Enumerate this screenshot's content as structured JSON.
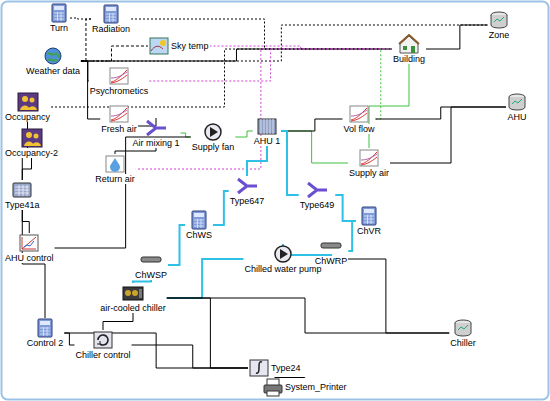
{
  "diagram": {
    "nodes": [
      {
        "text": [
          "Turn"
        ]
      },
      {
        "text": [
          "Radiation"
        ]
      },
      {
        "text": [
          "Weather data"
        ]
      },
      {
        "text": [
          "Sky temp"
        ]
      },
      {
        "text": [
          "Building"
        ]
      },
      {
        "text": [
          "Zone"
        ]
      },
      {
        "text": [
          "Psychrometics"
        ]
      },
      {
        "text": [
          "Occupancy"
        ]
      },
      {
        "text": [
          "Occupancy-2"
        ]
      },
      {
        "text": [
          "Fresh air"
        ]
      },
      {
        "text": [
          "Vol flow"
        ]
      },
      {
        "text": [
          "AHU"
        ]
      },
      {
        "text": [
          "Air mixing 1"
        ]
      },
      {
        "text": [
          "Supply fan"
        ]
      },
      {
        "text": [
          "AHU 1"
        ]
      },
      {
        "text": [
          "Supply air"
        ]
      },
      {
        "text": [
          "Return air"
        ]
      },
      {
        "text": [
          "Type41a"
        ]
      },
      {
        "text": [
          "Type647"
        ]
      },
      {
        "text": [
          "Type649"
        ]
      },
      {
        "text": [
          "AHU control"
        ]
      },
      {
        "text": [
          "ChWS"
        ]
      },
      {
        "text": [
          "ChVR"
        ]
      },
      {
        "text": [
          "ChWSP"
        ]
      },
      {
        "text": [
          "ChWRP"
        ]
      },
      {
        "text": [
          "Chilled water pump"
        ]
      },
      {
        "text": [
          "air-cooled chiller"
        ]
      },
      {
        "text": [
          "Control 2"
        ]
      },
      {
        "text": [
          "Chiller control"
        ]
      },
      {
        "text": [
          "Chiller"
        ]
      },
      {
        "text": [
          "Type24"
        ]
      },
      {
        "text": [
          "System_Printer"
        ]
      }
    ],
    "edges": [
      {
        "from": 0,
        "to": 1,
        "arrow": "none"
      },
      {
        "from": 2,
        "to": 1,
        "arrow": "none"
      },
      {
        "from": 1,
        "to": 4,
        "arrow": "none"
      },
      {
        "from": 2,
        "to": 3,
        "arrow": "none"
      },
      {
        "from": 3,
        "to": 4,
        "arrow": "none"
      },
      {
        "from": 2,
        "to": 6,
        "arrow": "none"
      },
      {
        "from": 2,
        "to": 9,
        "arrow": "none"
      },
      {
        "from": 2,
        "to": 4,
        "arrow": "none"
      },
      {
        "from": 4,
        "to": 5,
        "arrow": "none"
      },
      {
        "from": 2,
        "to": 5,
        "arrow": "none"
      },
      {
        "from": 6,
        "to": 4,
        "arrow": "none"
      },
      {
        "from": 7,
        "to": 4,
        "arrow": "none"
      },
      {
        "from": 7,
        "to": 17,
        "arrow": "none"
      },
      {
        "from": 8,
        "to": 17,
        "arrow": "none"
      },
      {
        "from": 9,
        "to": 12,
        "arrow": "none"
      },
      {
        "from": 16,
        "to": 12,
        "arrow": "none"
      },
      {
        "from": 12,
        "to": 13,
        "arrow": "none"
      },
      {
        "from": 13,
        "to": 14,
        "arrow": "none"
      },
      {
        "from": 14,
        "to": 15,
        "arrow": "none"
      },
      {
        "from": 15,
        "to": 4,
        "arrow": "none"
      },
      {
        "from": 14,
        "to": 10,
        "arrow": "none"
      },
      {
        "from": 10,
        "to": 4,
        "arrow": "none"
      },
      {
        "from": 10,
        "to": 11,
        "arrow": "none"
      },
      {
        "from": 15,
        "to": 11,
        "arrow": "none"
      },
      {
        "from": 4,
        "to": 16,
        "arrow": "none"
      },
      {
        "from": 17,
        "to": 20,
        "arrow": "none"
      },
      {
        "from": 20,
        "to": 13,
        "arrow": "none"
      },
      {
        "from": 14,
        "to": 19,
        "arrow": "none"
      },
      {
        "from": 18,
        "to": 14,
        "arrow": "none"
      },
      {
        "from": 21,
        "to": 18,
        "arrow": "none"
      },
      {
        "from": 19,
        "to": 22,
        "arrow": "none"
      },
      {
        "from": 22,
        "to": 24,
        "arrow": "none"
      },
      {
        "from": 24,
        "to": 25,
        "arrow": "none"
      },
      {
        "from": 25,
        "to": 26,
        "arrow": "none"
      },
      {
        "from": 26,
        "to": 23,
        "arrow": "none"
      },
      {
        "from": 23,
        "to": 21,
        "arrow": "none"
      },
      {
        "from": 17,
        "to": 27,
        "arrow": "none"
      },
      {
        "from": 27,
        "to": 28,
        "arrow": "none"
      },
      {
        "from": 28,
        "to": 26,
        "arrow": "none"
      },
      {
        "from": 26,
        "to": 29,
        "arrow": "none"
      },
      {
        "from": 25,
        "to": 29,
        "arrow": "none"
      },
      {
        "from": 26,
        "to": 30,
        "arrow": "none"
      },
      {
        "from": 30,
        "to": 31,
        "arrow": "none"
      },
      {
        "from": 27,
        "to": 30,
        "arrow": "none"
      },
      {
        "from": 28,
        "to": 30,
        "arrow": "none"
      }
    ]
  }
}
